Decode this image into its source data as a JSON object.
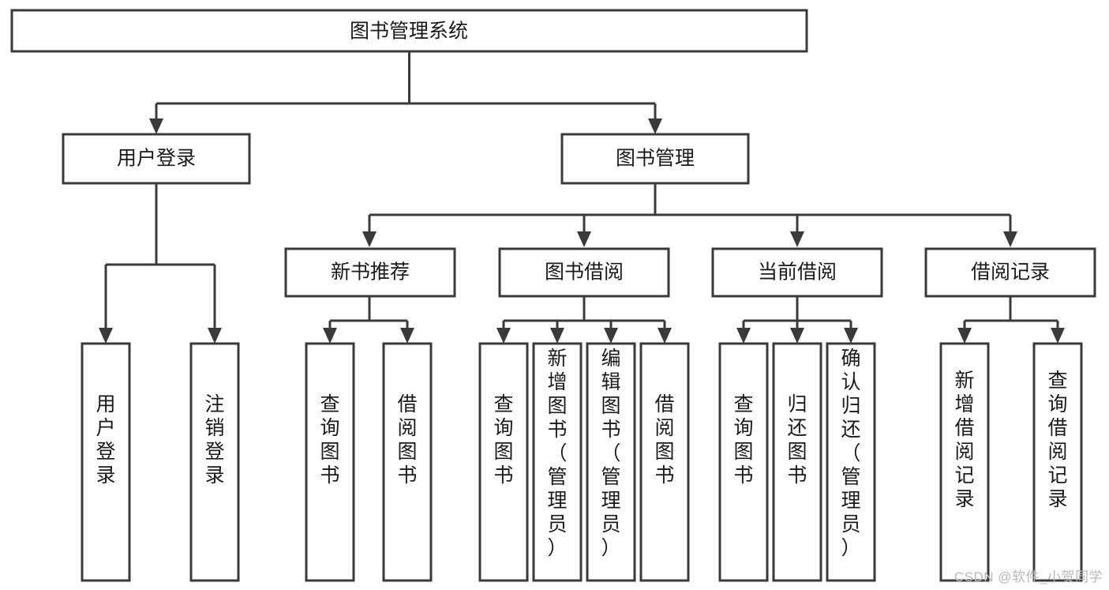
{
  "diagram": {
    "title": "图书管理系统",
    "type": "tree-hierarchy",
    "watermark": "CSDN @软件_小贺同学",
    "colors": {
      "stroke": "#3a3a3a",
      "fill": "#ffffff",
      "text": "#1a1a1a",
      "watermark": "#b8b8b8"
    },
    "levels": {
      "root": {
        "label": "图书管理系统"
      },
      "level2": [
        {
          "label": "用户登录"
        },
        {
          "label": "图书管理"
        }
      ],
      "level3": [
        {
          "label": "新书推荐"
        },
        {
          "label": "图书借阅"
        },
        {
          "label": "当前借阅"
        },
        {
          "label": "借阅记录"
        }
      ],
      "leaves": [
        {
          "label": "用户登录",
          "parent": "用户登录"
        },
        {
          "label": "注销登录",
          "parent": "用户登录"
        },
        {
          "label": "查询图书",
          "parent": "新书推荐"
        },
        {
          "label": "借阅图书",
          "parent": "新书推荐"
        },
        {
          "label": "查询图书",
          "parent": "图书借阅"
        },
        {
          "label": "新增图书（管理员）",
          "parent": "图书借阅"
        },
        {
          "label": "编辑图书（管理员）",
          "parent": "图书借阅"
        },
        {
          "label": "借阅图书",
          "parent": "图书借阅"
        },
        {
          "label": "查询图书",
          "parent": "当前借阅"
        },
        {
          "label": "归还图书",
          "parent": "当前借阅"
        },
        {
          "label": "确认归还（管理员）",
          "parent": "当前借阅"
        },
        {
          "label": "新增借阅记录",
          "parent": "借阅记录"
        },
        {
          "label": "查询借阅记录",
          "parent": "借阅记录"
        }
      ]
    }
  }
}
